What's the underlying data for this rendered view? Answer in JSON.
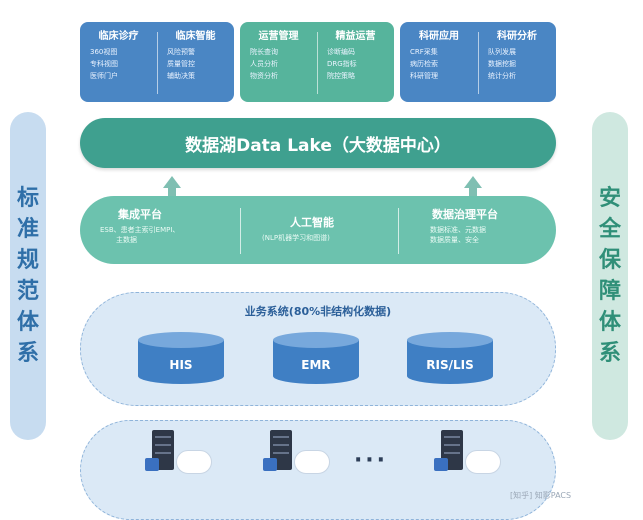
{
  "side_left": {
    "chars": [
      "标",
      "准",
      "规",
      "范",
      "体",
      "系"
    ]
  },
  "side_right": {
    "chars": [
      "安",
      "全",
      "保",
      "障",
      "体",
      "系"
    ]
  },
  "top_groups": [
    {
      "columns": [
        {
          "title": "临床诊疗",
          "items": [
            "360视图",
            "专科视图",
            "医师门户"
          ]
        },
        {
          "title": "临床智能",
          "items": [
            "风险预警",
            "质量管控",
            "辅助决策"
          ]
        }
      ]
    },
    {
      "columns": [
        {
          "title": "运营管理",
          "items": [
            "院长查询",
            "人员分析",
            "物资分析"
          ]
        },
        {
          "title": "精益运营",
          "items": [
            "诊断编码",
            "DRG指标",
            "院控策略"
          ]
        }
      ]
    },
    {
      "columns": [
        {
          "title": "科研应用",
          "items": [
            "CRF采集",
            "病历检索",
            "科研管理"
          ]
        },
        {
          "title": "科研分析",
          "items": [
            "队列发展",
            "数据挖掘",
            "统计分析"
          ]
        }
      ]
    }
  ],
  "data_lake": {
    "label": "数据湖Data Lake（大数据中心）"
  },
  "platform": [
    {
      "title": "集成平台",
      "desc": [
        "ESB、患者主索引EMPI、",
        "主数据"
      ]
    },
    {
      "title": "人工智能",
      "desc": [
        "(NLP机器学习和图谱)"
      ]
    },
    {
      "title": "数据治理平台",
      "desc": [
        "数据标准、元数据",
        "数据质量、安全"
      ]
    }
  ],
  "business": {
    "title": "业务系统(80%非结构化数据)",
    "databases": [
      "HIS",
      "EMR",
      "RIS/LIS"
    ]
  },
  "devices": {
    "ellipsis": "···"
  },
  "watermark": "[知乎] 知影PACS",
  "colors": {
    "blue": "#4a86c4",
    "teal": "#56b49c",
    "lake": "#3fa08f",
    "platform": "#6cc2ae"
  }
}
